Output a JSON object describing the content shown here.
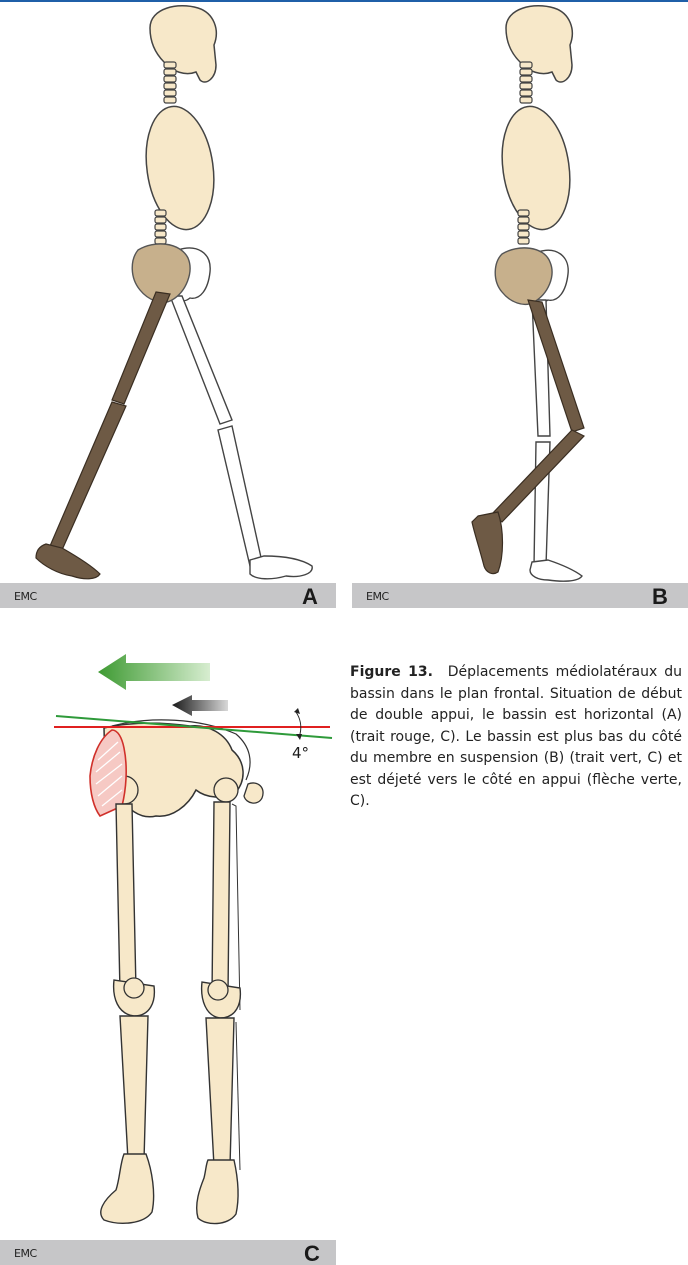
{
  "figure": {
    "number": "Figure 13.",
    "caption": "Déplacements médiolatéraux du bassin dans le plan frontal. Situation de début de double appui, le bassin est horizontal (A) (trait rouge, C). Le bassin est plus bas du côté du membre en suspension (B) (trait vert, C) et est déjeté vers le côté en appui (flèche verte, C)."
  },
  "panels": {
    "a": {
      "label": "A",
      "logo": "EMC"
    },
    "b": {
      "label": "B",
      "logo": "EMC"
    },
    "c": {
      "label": "C",
      "logo": "EMC",
      "angle": "4°"
    }
  },
  "colors": {
    "bone": "#f7e8c9",
    "pelvis": "#c7b08c",
    "limb_dark": "#6e5a45",
    "ground": "#c6c6c8",
    "red_line": "#e02020",
    "green_line": "#2e9a3a",
    "green_arrow": "#4aa63b",
    "dark_arrow": "#333333"
  }
}
